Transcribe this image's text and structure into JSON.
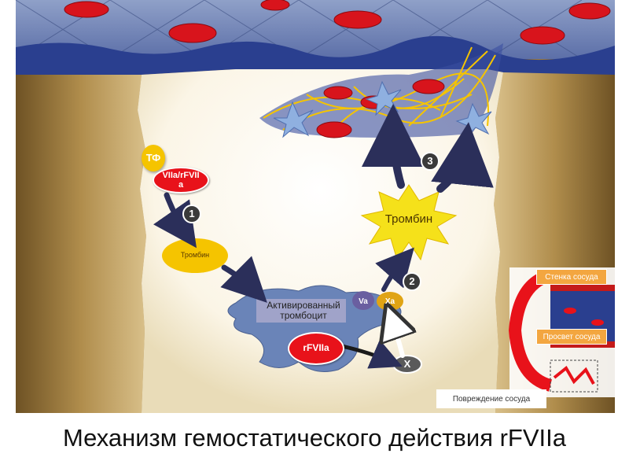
{
  "labels": {
    "tf": "ТФ",
    "viia_rfviia": "VIIa/rFVIIa",
    "step1": "1",
    "thrombin_small": "Тромбин",
    "activated_platelet": "Активированный тромбоцит",
    "va": "Va",
    "xa": "Xa",
    "step2": "2",
    "rfviia": "rFVIIa",
    "x": "X",
    "thrombin_big": "Тромбин",
    "step3": "3",
    "vessel_wall": "Стенка сосуда",
    "vessel_lumen": "Просвет сосуда",
    "vessel_damage": "Повреждение сосуда"
  },
  "caption": "Механизм гемостатического действия rFVIIa",
  "colors": {
    "factor_red": "#e8121a",
    "thrombin_yellow": "#f5c400",
    "tissue_brown": "#9c7a3c",
    "vessel_blue": "#2a3f8f",
    "inset_orange": "#f3a640"
  }
}
